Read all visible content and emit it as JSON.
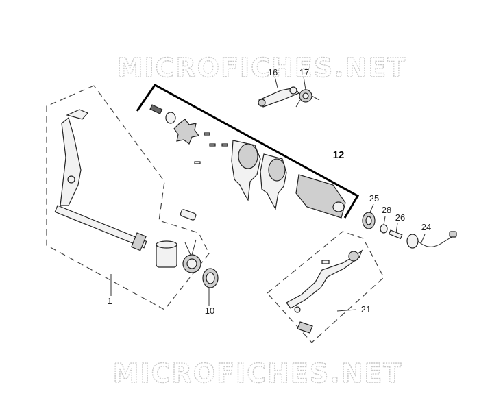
{
  "watermark": {
    "top": "MICROFICHES.NET",
    "bottom": "MICROFICHES.NET"
  },
  "callouts": {
    "p1": "1",
    "p10": "10",
    "p12": "12",
    "p16": "16",
    "p17": "17",
    "p21": "21",
    "p24": "24",
    "p25": "25",
    "p26": "26",
    "p28": "28"
  }
}
